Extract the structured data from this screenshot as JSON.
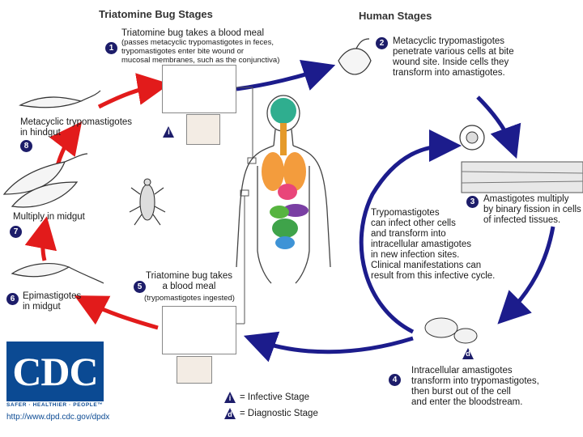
{
  "headers": {
    "bug": "Triatomine Bug Stages",
    "human": "Human Stages"
  },
  "steps": {
    "s1": {
      "num": "1",
      "title": "Triatomine bug takes a blood meal",
      "detail": [
        "(passes metacyclic trypomastigotes in feces,",
        "trypomastigotes enter bite wound or",
        "mucosal membranes, such as the conjunctiva)"
      ]
    },
    "s2": {
      "num": "2",
      "lines": [
        "Metacyclic trypomastigotes",
        "penetrate various cells at bite",
        "wound site.  Inside cells they",
        "transform into amastigotes."
      ]
    },
    "s3": {
      "num": "3",
      "lines": [
        "Amastigotes multiply",
        "by binary fission in cells",
        "of infected tissues."
      ]
    },
    "s4": {
      "num": "4",
      "lines": [
        "Intracellular amastigotes",
        "transform into trypomastigotes,",
        "then burst out of the cell",
        "and enter the bloodstream."
      ]
    },
    "s5": {
      "num": "5",
      "title": [
        "Triatomine bug takes",
        "a blood meal"
      ],
      "detail": "(trypomastigotes ingested)"
    },
    "s6": {
      "num": "6",
      "lines": [
        "Epimastigotes",
        "in midgut"
      ]
    },
    "s7": {
      "num": "7",
      "lines": [
        "Multiply in midgut"
      ]
    },
    "s8": {
      "num": "8",
      "lines": [
        "Metacyclic trypomastigotes",
        "in hindgut"
      ]
    }
  },
  "center_text": [
    "Trypomastigotes",
    "can infect other cells",
    "and transform into",
    "intracellular amastigotes",
    "in new infection sites.",
    "Clinical manifestations can",
    "result from this infective cycle."
  ],
  "legend": {
    "infective": {
      "symbol": "i",
      "label": "= Infective Stage"
    },
    "diagnostic": {
      "symbol": "d",
      "label": "= Diagnostic Stage"
    }
  },
  "marker_i": "i",
  "marker_d": "d",
  "logo": {
    "text": "CDC",
    "tagline": "SAFER · HEALTHIER · PEOPLE™"
  },
  "url": "http://www.dpd.cdc.gov/dpdx",
  "colors": {
    "red_arrow": "#e21b1b",
    "blue_arrow": "#1c1c8c",
    "badge": "#1d1d6a",
    "logo": "#0b4a93"
  }
}
